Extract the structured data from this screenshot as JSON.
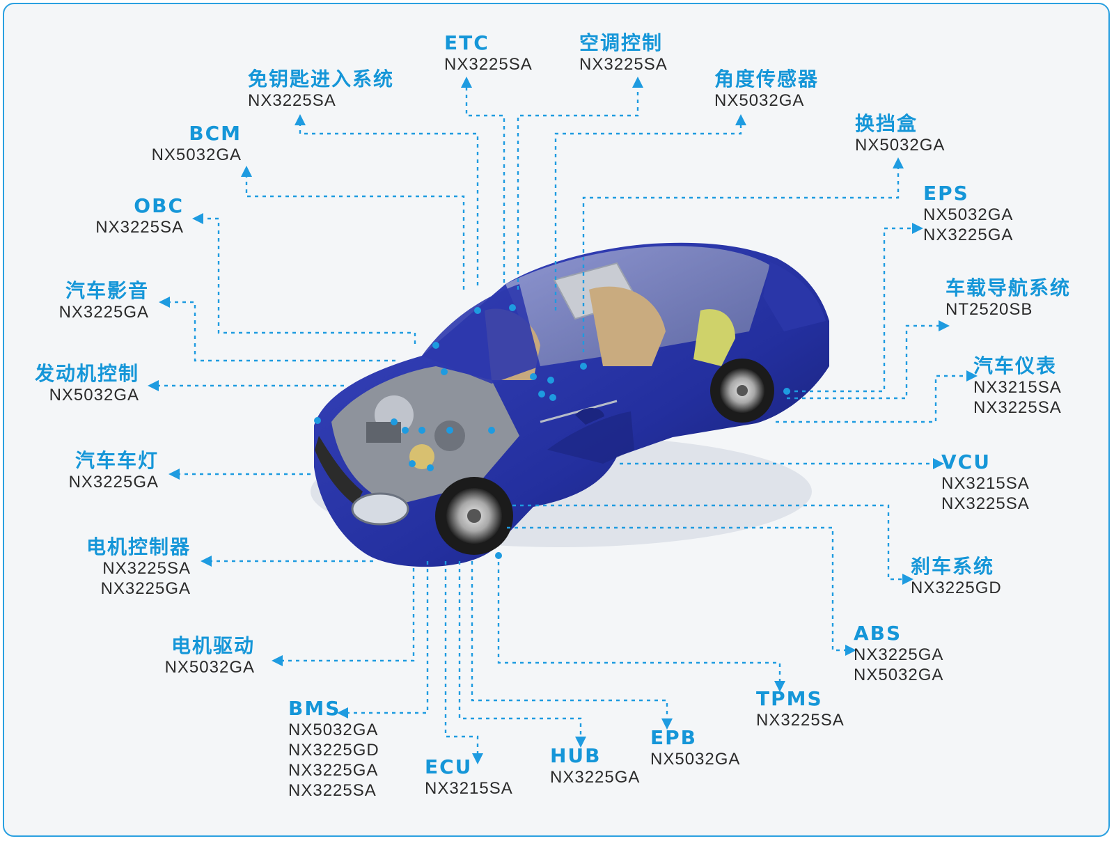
{
  "colors": {
    "accent": "#1596d8",
    "line": "#1e9be0",
    "car_body": "#232f9e",
    "text": "#2b2b2b"
  },
  "labels": [
    {
      "id": "keyless",
      "title": "免钥匙进入系统",
      "parts": [
        "NX3225SA"
      ]
    },
    {
      "id": "etc",
      "title": "ETC",
      "parts": [
        "NX3225SA"
      ]
    },
    {
      "id": "ac",
      "title": "空调控制",
      "parts": [
        "NX3225SA"
      ]
    },
    {
      "id": "angle",
      "title": "角度传感器",
      "parts": [
        "NX5032GA"
      ]
    },
    {
      "id": "shift",
      "title": "换挡盒",
      "parts": [
        "NX5032GA"
      ]
    },
    {
      "id": "bcm",
      "title": "BCM",
      "parts": [
        "NX5032GA"
      ]
    },
    {
      "id": "obc",
      "title": "OBC",
      "parts": [
        "NX3225SA"
      ]
    },
    {
      "id": "eps",
      "title": "EPS",
      "parts": [
        "NX5032GA",
        "NX3225GA"
      ]
    },
    {
      "id": "audio",
      "title": "汽车影音",
      "parts": [
        "NX3225GA"
      ]
    },
    {
      "id": "nav",
      "title": "车载导航系统",
      "parts": [
        "NT2520SB"
      ]
    },
    {
      "id": "engine",
      "title": "发动机控制",
      "parts": [
        "NX5032GA"
      ]
    },
    {
      "id": "dash",
      "title": "汽车仪表",
      "parts": [
        "NX3215SA",
        "NX3225SA"
      ]
    },
    {
      "id": "lamp",
      "title": "汽车车灯",
      "parts": [
        "NX3225GA"
      ]
    },
    {
      "id": "vcu",
      "title": "VCU",
      "parts": [
        "NX3215SA",
        "NX3225SA"
      ]
    },
    {
      "id": "motorctl",
      "title": "电机控制器",
      "parts": [
        "NX3225SA",
        "NX3225GA"
      ]
    },
    {
      "id": "brake",
      "title": "刹车系统",
      "parts": [
        "NX3225GD"
      ]
    },
    {
      "id": "motordrv",
      "title": "电机驱动",
      "parts": [
        "NX5032GA"
      ]
    },
    {
      "id": "abs",
      "title": "ABS",
      "parts": [
        "NX3225GA",
        "NX5032GA"
      ]
    },
    {
      "id": "bms",
      "title": "BMS",
      "parts": [
        "NX5032GA",
        "NX3225GD",
        "NX3225GA",
        "NX3225SA"
      ]
    },
    {
      "id": "tpms",
      "title": "TPMS",
      "parts": [
        "NX3225SA"
      ]
    },
    {
      "id": "ecu",
      "title": "ECU",
      "parts": [
        "NX3215SA"
      ]
    },
    {
      "id": "hub",
      "title": "HUB",
      "parts": [
        "NX3225GA"
      ]
    },
    {
      "id": "epb",
      "title": "EPB",
      "parts": [
        "NX5032GA"
      ]
    }
  ]
}
